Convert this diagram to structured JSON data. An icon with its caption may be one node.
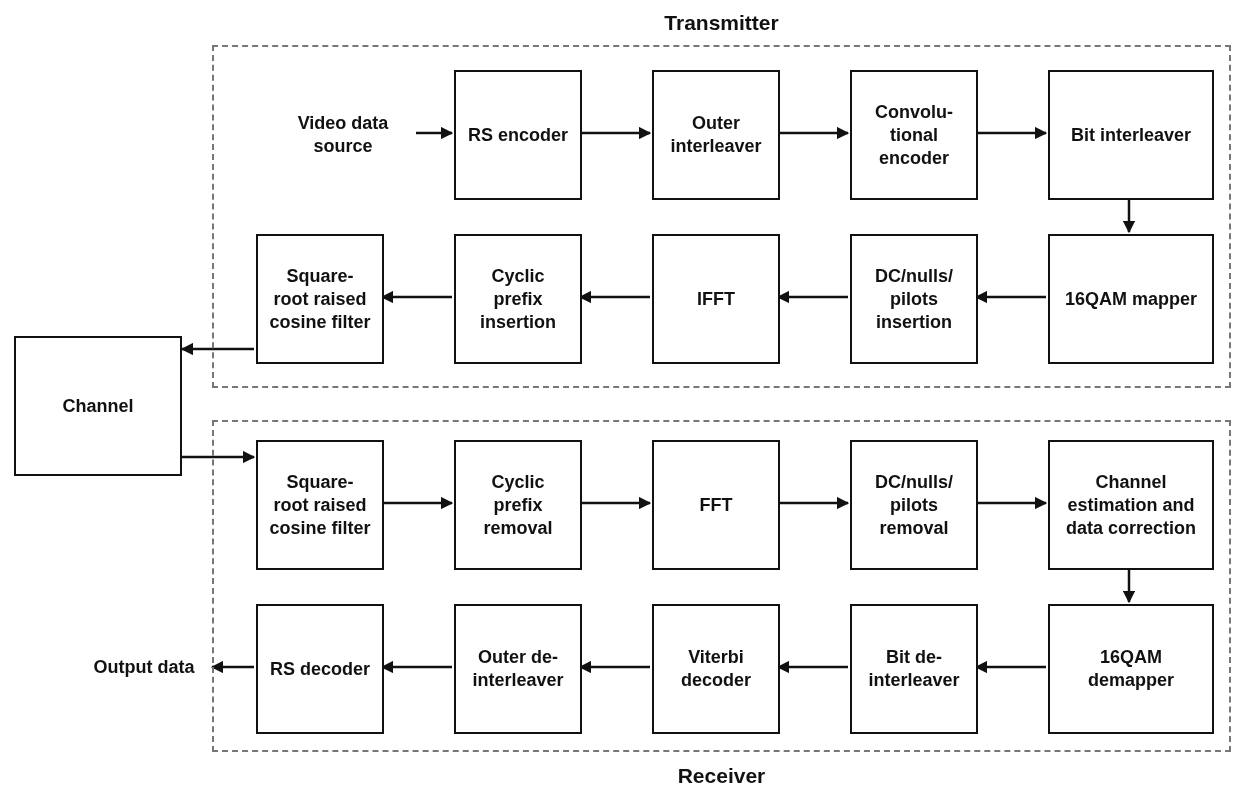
{
  "diagram": {
    "nodes": [
      {
        "text": [
          "Transmitter"
        ]
      },
      {
        "text": [
          "Video data source"
        ],
        "in": 0
      },
      {
        "text": [
          "RS encoder"
        ],
        "in": 0
      },
      {
        "text": [
          "Outer interleaver"
        ],
        "in": 0
      },
      {
        "text": [
          "Convolu- tional encoder"
        ],
        "in": 0
      },
      {
        "text": [
          "Bit interleaver"
        ],
        "in": 0
      },
      {
        "text": [
          "Square- root raised cosine filter"
        ],
        "in": 0
      },
      {
        "text": [
          "Cyclic prefix insertion"
        ],
        "in": 0
      },
      {
        "text": [
          "IFFT"
        ],
        "in": 0
      },
      {
        "text": [
          "DC/nulls/ pilots insertion"
        ],
        "in": 0
      },
      {
        "text": [
          "16QAM mapper"
        ],
        "in": 0
      },
      {
        "text": [
          "Channel"
        ]
      },
      {
        "text": [
          "Receiver"
        ]
      },
      {
        "text": [
          "Square- root raised cosine filter"
        ],
        "in": 12
      },
      {
        "text": [
          "Cyclic prefix removal"
        ],
        "in": 12
      },
      {
        "text": [
          "FFT"
        ],
        "in": 12
      },
      {
        "text": [
          "DC/nulls/ pilots removal"
        ],
        "in": 12
      },
      {
        "text": [
          "Channel estimation and data correction"
        ],
        "in": 12
      },
      {
        "text": [
          "Output data"
        ]
      },
      {
        "text": [
          "RS decoder"
        ],
        "in": 12
      },
      {
        "text": [
          "Outer de- interleaver"
        ],
        "in": 12
      },
      {
        "text": [
          "Viterbi decoder"
        ],
        "in": 12
      },
      {
        "text": [
          "Bit de- interleaver"
        ],
        "in": 12
      },
      {
        "text": [
          "16QAM demapper"
        ],
        "in": 12
      }
    ],
    "edges": [
      {
        "from": 1,
        "to": 2,
        "arrow": "to"
      },
      {
        "from": 2,
        "to": 3,
        "arrow": "to"
      },
      {
        "from": 3,
        "to": 4,
        "arrow": "to"
      },
      {
        "from": 4,
        "to": 5,
        "arrow": "to"
      },
      {
        "from": 5,
        "to": 10,
        "arrow": "to"
      },
      {
        "from": 10,
        "to": 9,
        "arrow": "to"
      },
      {
        "from": 9,
        "to": 8,
        "arrow": "to"
      },
      {
        "from": 8,
        "to": 7,
        "arrow": "to"
      },
      {
        "from": 7,
        "to": 6,
        "arrow": "to"
      },
      {
        "from": 6,
        "to": 11,
        "arrow": "to"
      },
      {
        "from": 11,
        "to": 13,
        "arrow": "to"
      },
      {
        "from": 13,
        "to": 14,
        "arrow": "to"
      },
      {
        "from": 14,
        "to": 15,
        "arrow": "to"
      },
      {
        "from": 15,
        "to": 16,
        "arrow": "to"
      },
      {
        "from": 16,
        "to": 17,
        "arrow": "to"
      },
      {
        "from": 17,
        "to": 23,
        "arrow": "to"
      },
      {
        "from": 23,
        "to": 22,
        "arrow": "to"
      },
      {
        "from": 22,
        "to": 21,
        "arrow": "to"
      },
      {
        "from": 21,
        "to": 20,
        "arrow": "to"
      },
      {
        "from": 20,
        "to": 19,
        "arrow": "to"
      },
      {
        "from": 19,
        "to": 18,
        "arrow": "to"
      }
    ]
  }
}
